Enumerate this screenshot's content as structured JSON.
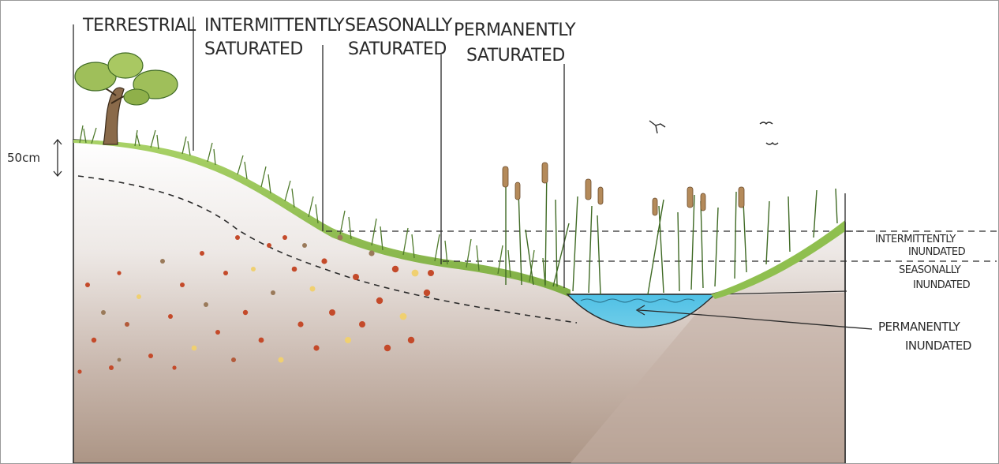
{
  "scale": {
    "label": "50cm"
  },
  "zones": {
    "terrestrial": "TERRESTRIAL",
    "intermittently_saturated": [
      "INTERMITTENTLY",
      "SATURATED"
    ],
    "seasonally_saturated": [
      "SEASONALLY",
      "SATURATED"
    ],
    "permanently_saturated": [
      "PERMANENTLY",
      "SATURATED"
    ]
  },
  "water_levels": {
    "intermittently_inundated": [
      "INTERMITTENTLY",
      "INUNDATED"
    ],
    "seasonally_inundated": [
      "SEASONALLY",
      "INUNDATED"
    ],
    "permanently_inundated": [
      "PERMANENTLY",
      "INUNDATED"
    ]
  },
  "colors": {
    "soil_top": "#f2f0ee",
    "soil_bottom": "#b39d90",
    "grass": "#8fbf4f",
    "grass_dark": "#4f7a2c",
    "water": "#5cc4e4",
    "tree_canopy": "#9fbf5a",
    "tree_trunk": "#8a6a4a"
  }
}
